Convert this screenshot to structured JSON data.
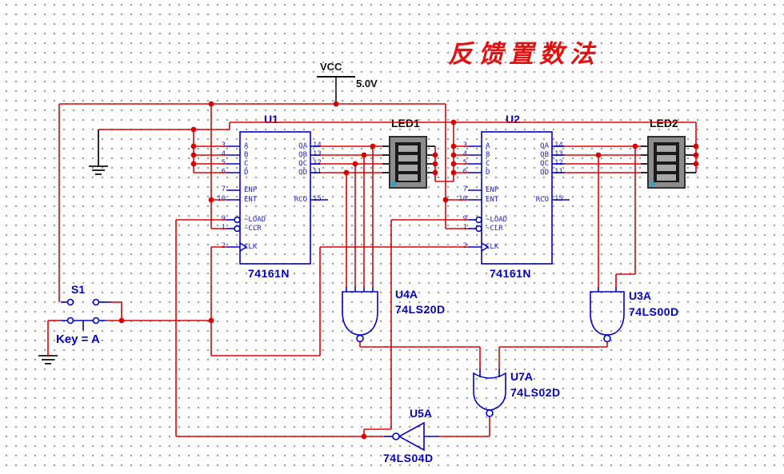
{
  "title": "反馈置数法",
  "power": {
    "net": "VCC",
    "voltage": "5.0V"
  },
  "counters": {
    "u1": {
      "ref": "U1",
      "part": "74161N"
    },
    "u2": {
      "ref": "U2",
      "part": "74161N"
    },
    "left_pins": [
      {
        "num": "3",
        "name": "A"
      },
      {
        "num": "4",
        "name": "B"
      },
      {
        "num": "5",
        "name": "C"
      },
      {
        "num": "6",
        "name": "D"
      },
      {
        "num": "7",
        "name": "ENP"
      },
      {
        "num": "10",
        "name": "ENT"
      },
      {
        "num": "9",
        "name": "~LOAD"
      },
      {
        "num": "1",
        "name": "~CLR"
      },
      {
        "num": "2",
        "name": "CLK"
      }
    ],
    "right_pins": [
      {
        "num": "14",
        "name": "QA"
      },
      {
        "num": "13",
        "name": "QB"
      },
      {
        "num": "12",
        "name": "QC"
      },
      {
        "num": "11",
        "name": "QD"
      },
      {
        "num": "15",
        "name": "RCO"
      }
    ]
  },
  "displays": {
    "led1": "LED1",
    "led2": "LED2"
  },
  "gates": {
    "u4a": {
      "ref": "U4A",
      "part": "74LS20D"
    },
    "u3a": {
      "ref": "U3A",
      "part": "74LS00D"
    },
    "u7a": {
      "ref": "U7A",
      "part": "74LS02D"
    },
    "u5a": {
      "ref": "U5A",
      "part": "74LS04D"
    }
  },
  "switch": {
    "ref": "S1",
    "key_label": "Key = A"
  },
  "colors": {
    "wire": "#DD0000",
    "component": "#0000C8",
    "junction": "#DD0000",
    "title": "#E41010",
    "led_frame": "#8C8C8C",
    "led_inner": "#1A1A1A",
    "led_segment": "#A8A8A8",
    "marker": "#2AA5D0"
  }
}
